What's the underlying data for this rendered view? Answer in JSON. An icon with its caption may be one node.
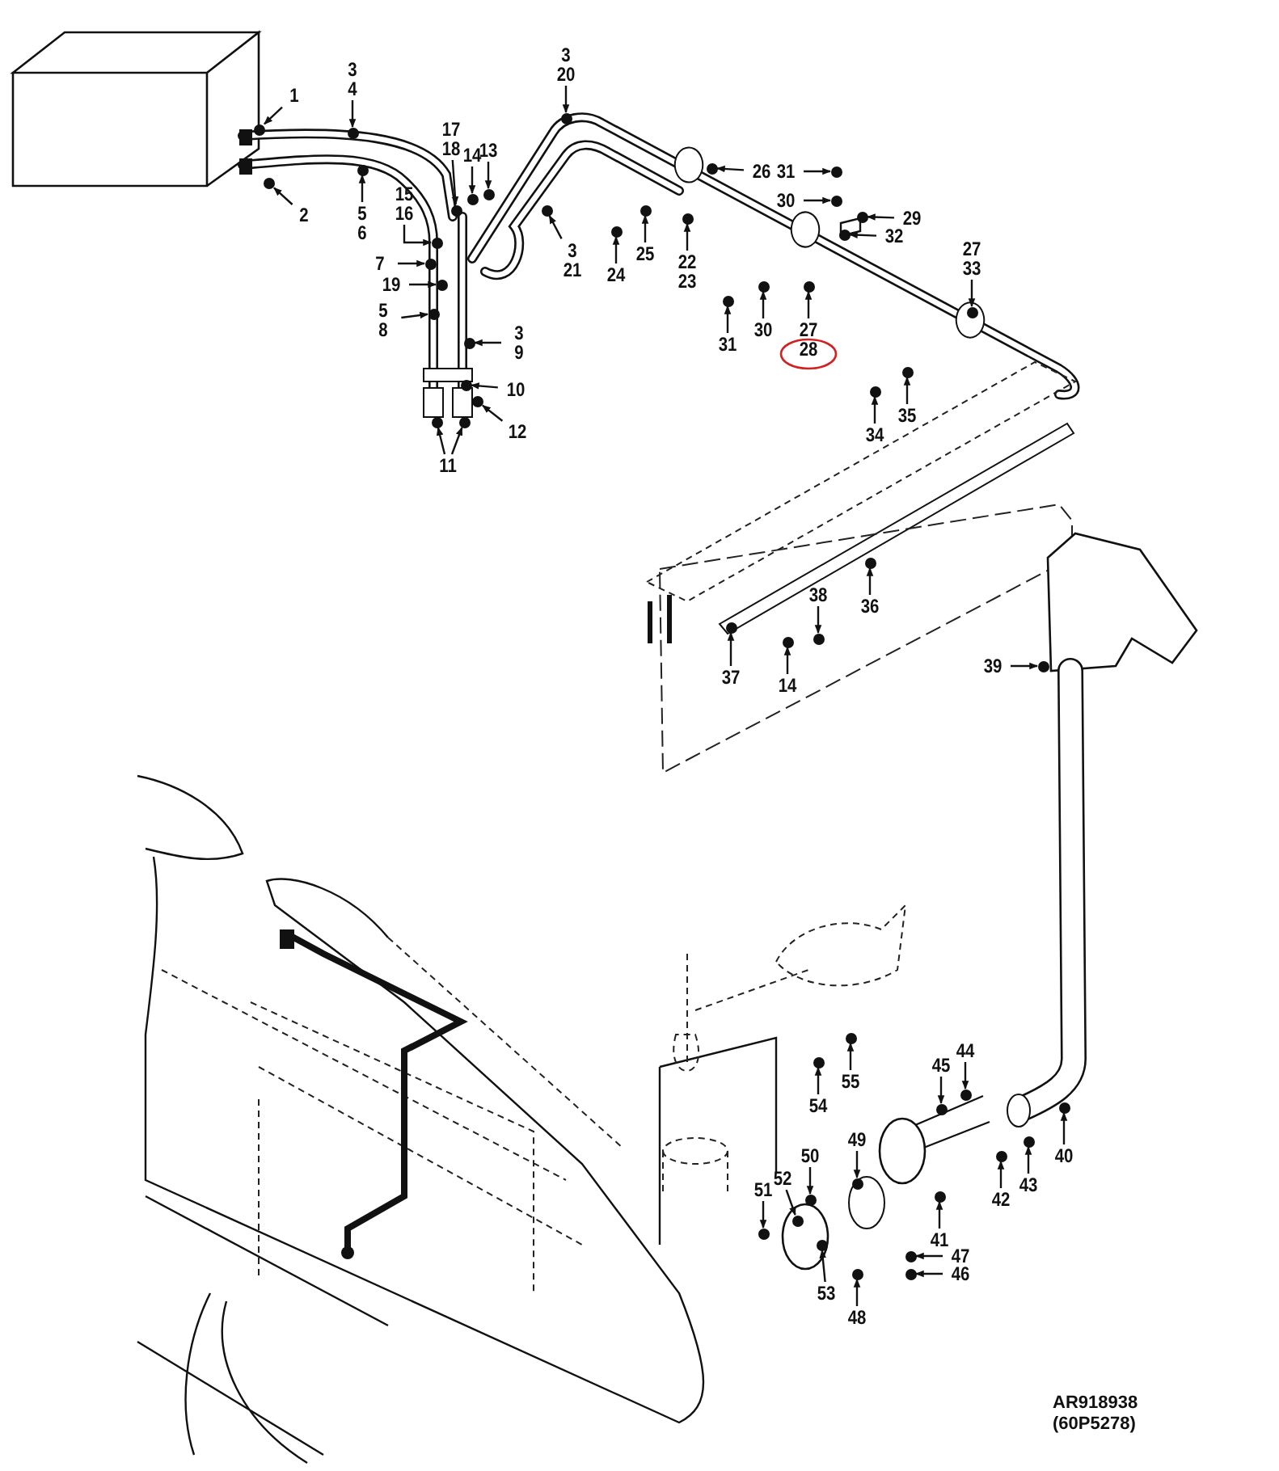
{
  "diagram": {
    "nodes": [
      {
        "text": [
          "1"
        ]
      },
      {
        "text": [
          "2"
        ]
      },
      {
        "text": [
          "3",
          "4"
        ]
      },
      {
        "text": [
          "5",
          "6"
        ]
      },
      {
        "text": [
          "17",
          "18"
        ]
      },
      {
        "text": [
          "14"
        ]
      },
      {
        "text": [
          "13"
        ]
      },
      {
        "text": [
          "15",
          "16"
        ]
      },
      {
        "text": [
          "7"
        ]
      },
      {
        "text": [
          "19"
        ]
      },
      {
        "text": [
          "5",
          "8"
        ]
      },
      {
        "text": [
          "3",
          "9"
        ]
      },
      {
        "text": [
          "10"
        ]
      },
      {
        "text": [
          "12"
        ]
      },
      {
        "text": [
          "11"
        ]
      },
      {
        "text": [
          "3",
          "20"
        ]
      },
      {
        "text": [
          "3",
          "21"
        ]
      },
      {
        "text": [
          "26"
        ]
      },
      {
        "text": [
          "24"
        ]
      },
      {
        "text": [
          "25"
        ]
      },
      {
        "text": [
          "22",
          "23"
        ]
      },
      {
        "text": [
          "31"
        ]
      },
      {
        "text": [
          "30"
        ]
      },
      {
        "text": [
          "29"
        ]
      },
      {
        "text": [
          "32"
        ]
      },
      {
        "text": [
          "27",
          "33"
        ]
      },
      {
        "text": [
          "31"
        ]
      },
      {
        "text": [
          "30"
        ]
      },
      {
        "text": [
          "27",
          "28"
        ]
      },
      {
        "text": [
          "34"
        ]
      },
      {
        "text": [
          "35"
        ]
      },
      {
        "text": [
          "36"
        ]
      },
      {
        "text": [
          "38"
        ]
      },
      {
        "text": [
          "37"
        ]
      },
      {
        "text": [
          "14"
        ]
      },
      {
        "text": [
          "39"
        ]
      },
      {
        "text": [
          "40"
        ]
      },
      {
        "text": [
          "44"
        ]
      },
      {
        "text": [
          "45"
        ]
      },
      {
        "text": [
          "42"
        ]
      },
      {
        "text": [
          "43"
        ]
      },
      {
        "text": [
          "41"
        ]
      },
      {
        "text": [
          "49"
        ]
      },
      {
        "text": [
          "50"
        ]
      },
      {
        "text": [
          "52"
        ]
      },
      {
        "text": [
          "51"
        ]
      },
      {
        "text": [
          "53"
        ]
      },
      {
        "text": [
          "47"
        ]
      },
      {
        "text": [
          "46"
        ]
      },
      {
        "text": [
          "48"
        ]
      },
      {
        "text": [
          "54"
        ]
      },
      {
        "text": [
          "55"
        ]
      },
      {
        "text": [],
        "shape": "circle"
      },
      {
        "text": [],
        "shape": "circle"
      },
      {
        "text": [],
        "shape": "circle"
      },
      {
        "text": [],
        "shape": "circle"
      },
      {
        "text": [],
        "shape": "circle"
      },
      {
        "text": [],
        "shape": "circle"
      },
      {
        "text": [],
        "shape": "circle"
      },
      {
        "text": [],
        "shape": "circle"
      },
      {
        "text": [],
        "shape": "circle"
      },
      {
        "text": [],
        "shape": "circle"
      },
      {
        "text": [],
        "shape": "circle"
      },
      {
        "text": [],
        "shape": "circle"
      },
      {
        "text": [],
        "shape": "circle"
      },
      {
        "text": [],
        "shape": "circle"
      },
      {
        "text": [],
        "shape": "circle"
      },
      {
        "text": [],
        "shape": "circle"
      },
      {
        "text": [],
        "shape": "circle"
      },
      {
        "text": [],
        "shape": "circle"
      },
      {
        "text": [],
        "shape": "circle"
      },
      {
        "text": [],
        "shape": "circle"
      },
      {
        "text": [],
        "shape": "circle"
      },
      {
        "text": [],
        "shape": "circle"
      },
      {
        "text": [],
        "shape": "circle"
      },
      {
        "text": [],
        "shape": "circle"
      },
      {
        "text": [],
        "shape": "circle"
      },
      {
        "text": [],
        "shape": "circle"
      },
      {
        "text": [],
        "shape": "circle"
      },
      {
        "text": [],
        "shape": "circle"
      },
      {
        "text": [],
        "shape": "circle"
      },
      {
        "text": [],
        "shape": "circle"
      },
      {
        "text": [],
        "shape": "circle"
      },
      {
        "text": [],
        "shape": "circle"
      },
      {
        "text": [],
        "shape": "circle"
      },
      {
        "text": [],
        "shape": "circle"
      },
      {
        "text": [],
        "shape": "circle"
      },
      {
        "text": [],
        "shape": "circle"
      },
      {
        "text": [],
        "shape": "circle"
      },
      {
        "text": [],
        "shape": "circle"
      },
      {
        "text": [],
        "shape": "circle"
      },
      {
        "text": [],
        "shape": "circle"
      },
      {
        "text": [],
        "shape": "circle"
      },
      {
        "text": [],
        "shape": "circle"
      },
      {
        "text": [],
        "shape": "circle"
      },
      {
        "text": [],
        "shape": "circle"
      },
      {
        "text": [],
        "shape": "circle"
      },
      {
        "text": [],
        "shape": "circle"
      },
      {
        "text": [],
        "shape": "circle"
      },
      {
        "text": [],
        "shape": "circle"
      },
      {
        "text": [],
        "shape": "circle"
      },
      {
        "text": [],
        "shape": "circle"
      },
      {
        "text": [],
        "shape": "circle"
      },
      {
        "text": [],
        "shape": "circle"
      },
      {
        "text": [],
        "shape": "circle"
      }
    ],
    "edges": [
      {
        "from": 0,
        "to": 52,
        "arrow": "to"
      },
      {
        "from": 1,
        "to": 53,
        "arrow": "to"
      },
      {
        "from": 2,
        "to": 54,
        "arrow": "to"
      },
      {
        "from": 3,
        "to": 55,
        "arrow": "to"
      },
      {
        "from": 4,
        "to": 56,
        "arrow": "to"
      },
      {
        "from": 5,
        "to": 57,
        "arrow": "to"
      },
      {
        "from": 6,
        "to": 58,
        "arrow": "to"
      },
      {
        "from": 7,
        "to": 59,
        "arrow": "to"
      },
      {
        "from": 8,
        "to": 60,
        "arrow": "to"
      },
      {
        "from": 9,
        "to": 61,
        "arrow": "to"
      },
      {
        "from": 10,
        "to": 62,
        "arrow": "to"
      },
      {
        "from": 11,
        "to": 63,
        "arrow": "to"
      },
      {
        "from": 12,
        "to": 64,
        "arrow": "to"
      },
      {
        "from": 13,
        "to": 65,
        "arrow": "to"
      },
      {
        "from": 14,
        "to": 66,
        "arrow": "to"
      },
      {
        "from": 14,
        "to": 67,
        "arrow": "to"
      },
      {
        "from": 15,
        "to": 68,
        "arrow": "to"
      },
      {
        "from": 16,
        "to": 69,
        "arrow": "to"
      },
      {
        "from": 17,
        "to": 70,
        "arrow": "to"
      },
      {
        "from": 18,
        "to": 71,
        "arrow": "to"
      },
      {
        "from": 19,
        "to": 72,
        "arrow": "to"
      },
      {
        "from": 20,
        "to": 73,
        "arrow": "to"
      },
      {
        "from": 21,
        "to": 74,
        "arrow": "to"
      },
      {
        "from": 22,
        "to": 75,
        "arrow": "to"
      },
      {
        "from": 23,
        "to": 76,
        "arrow": "to"
      },
      {
        "from": 24,
        "to": 77,
        "arrow": "to"
      },
      {
        "from": 25,
        "to": 78,
        "arrow": "to"
      },
      {
        "from": 26,
        "to": 79,
        "arrow": "to"
      },
      {
        "from": 27,
        "to": 80,
        "arrow": "to"
      },
      {
        "from": 28,
        "to": 81,
        "arrow": "to"
      },
      {
        "from": 29,
        "to": 82,
        "arrow": "to"
      },
      {
        "from": 30,
        "to": 83,
        "arrow": "to"
      },
      {
        "from": 31,
        "to": 84,
        "arrow": "to"
      },
      {
        "from": 32,
        "to": 85,
        "arrow": "to"
      },
      {
        "from": 33,
        "to": 86,
        "arrow": "to"
      },
      {
        "from": 34,
        "to": 87,
        "arrow": "to"
      },
      {
        "from": 35,
        "to": 88,
        "arrow": "to"
      },
      {
        "from": 36,
        "to": 89,
        "arrow": "to"
      },
      {
        "from": 37,
        "to": 90,
        "arrow": "to"
      },
      {
        "from": 38,
        "to": 91,
        "arrow": "to"
      },
      {
        "from": 39,
        "to": 92,
        "arrow": "to"
      },
      {
        "from": 40,
        "to": 93,
        "arrow": "to"
      },
      {
        "from": 41,
        "to": 94,
        "arrow": "to"
      },
      {
        "from": 42,
        "to": 95,
        "arrow": "to"
      },
      {
        "from": 43,
        "to": 96,
        "arrow": "to"
      },
      {
        "from": 44,
        "to": 97,
        "arrow": "to"
      },
      {
        "from": 45,
        "to": 98,
        "arrow": "to"
      },
      {
        "from": 46,
        "to": 99,
        "arrow": "to"
      },
      {
        "from": 47,
        "to": 100,
        "arrow": "to"
      },
      {
        "from": 48,
        "to": 101,
        "arrow": "to"
      },
      {
        "from": 49,
        "to": 102,
        "arrow": "to"
      },
      {
        "from": 50,
        "to": 103,
        "arrow": "to"
      },
      {
        "from": 51,
        "to": 104,
        "arrow": "to"
      }
    ],
    "labels": [
      "AR918938",
      "(60P5278)"
    ]
  }
}
